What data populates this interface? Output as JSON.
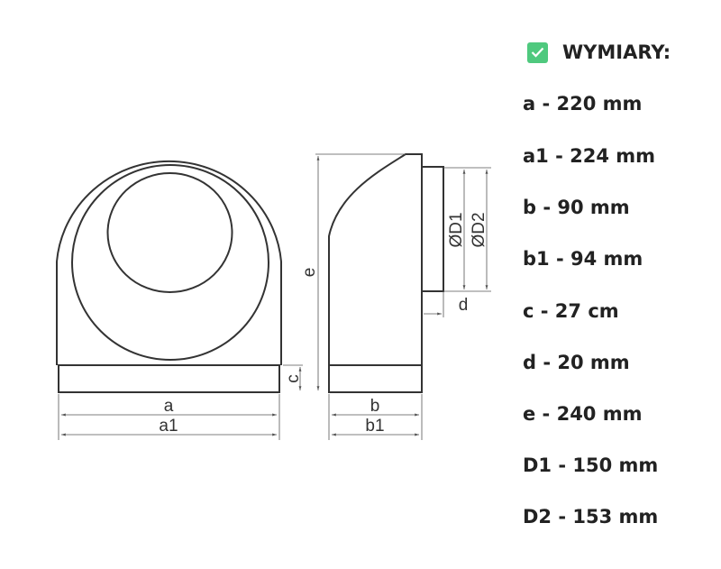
{
  "header": {
    "title": "WYMIARY:",
    "icon": "check-icon",
    "icon_color": "#4fc97e"
  },
  "dimensions": [
    {
      "text": "a - 220 mm"
    },
    {
      "text": "a1 - 224 mm"
    },
    {
      "text": "b - 90 mm"
    },
    {
      "text": "b1 - 94 mm"
    },
    {
      "text": "c - 27 cm"
    },
    {
      "text": "d - 20 mm"
    },
    {
      "text": "e - 240 mm"
    },
    {
      "text": "D1 - 150 mm"
    },
    {
      "text": "D2 - 153 mm"
    }
  ],
  "drawing_labels": {
    "a": "a",
    "a1": "a1",
    "c": "c",
    "e": "e",
    "b": "b",
    "b1": "b1",
    "d": "d",
    "D1": "ØD1",
    "D2": "ØD2"
  }
}
